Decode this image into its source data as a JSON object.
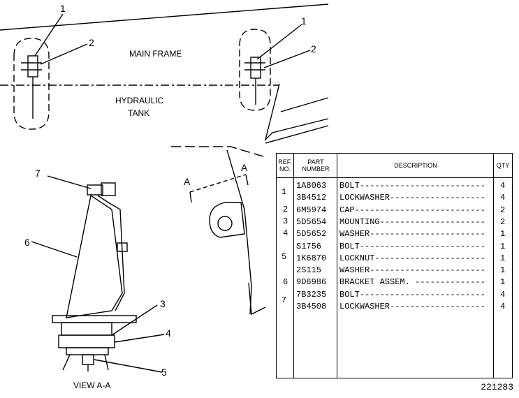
{
  "labels": {
    "main_frame": "MAIN FRAME",
    "hydraulic": "HYDRAULIC",
    "tank": "TANK",
    "view": "VIEW A-A",
    "a_left": "A",
    "a_right": "A"
  },
  "callouts": {
    "c1_left": "1",
    "c2_left": "2",
    "c1_right": "1",
    "c2_right": "2",
    "c7": "7",
    "c6": "6",
    "c3": "3",
    "c4": "4",
    "c5": "5"
  },
  "parts_table": {
    "headers": {
      "ref_no": "REF. NO.",
      "part_number": "PART NUMBER",
      "description": "DESCRIPTION",
      "qty": "QTY"
    },
    "group_refs": [
      "1",
      "2",
      "3",
      "4",
      "5",
      "6",
      "7"
    ],
    "rows": [
      {
        "part": "1A8063",
        "desc": "BOLT-------------------------",
        "qty": "4"
      },
      {
        "part": "3B4512",
        "desc": "LOCKWASHER-------------------",
        "qty": "4"
      },
      {
        "part": "6M5974",
        "desc": "CAP--------------------------",
        "qty": "2"
      },
      {
        "part": "5D5654",
        "desc": "MOUNTING---------------------",
        "qty": "2"
      },
      {
        "part": "5D5652",
        "desc": "WASHER-----------------------",
        "qty": "1"
      },
      {
        "part": "S1756",
        "desc": "BOLT-------------------------",
        "qty": "1"
      },
      {
        "part": "1K6870",
        "desc": "LOCKNUT----------------------",
        "qty": "1"
      },
      {
        "part": "2S115",
        "desc": "WASHER-----------------------",
        "qty": "1"
      },
      {
        "part": "9D6986",
        "desc": "BRACKET ASSEM. --------------",
        "qty": "1"
      },
      {
        "part": "7B3235",
        "desc": "BOLT-------------------------",
        "qty": "4"
      },
      {
        "part": "3B4508",
        "desc": "LOCKWASHER-------------------",
        "qty": "4"
      }
    ]
  },
  "drawing_number": "221283"
}
